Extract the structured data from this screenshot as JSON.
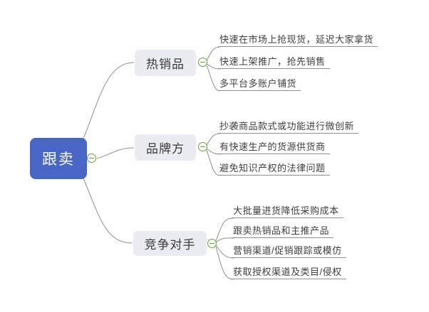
{
  "mindmap": {
    "root": {
      "label": "跟卖"
    },
    "branches": [
      {
        "label": "热销品",
        "leaves": [
          "快速在市场上抢现货，延迟大家拿货",
          "快速上架推广，抢先销售",
          "多平台多账户铺货"
        ]
      },
      {
        "label": "品牌方",
        "leaves": [
          "抄袭商品款式或功能进行微创新",
          "有快速生产的货源供货商",
          "避免知识产权的法律问题"
        ]
      },
      {
        "label": "竞争对手",
        "leaves": [
          "大批量进货降低采购成本",
          "跟卖热销品和主推产品",
          "营销渠道/促销跟踪或模仿",
          "获取授权渠道及类目/侵权"
        ]
      }
    ],
    "icons": {
      "collapse": "minus-circle"
    },
    "colors": {
      "root_bg": "#4766c5",
      "root_text": "#ffffff",
      "branch_bg": "#ebecf1",
      "branch_text": "#3b3b3b",
      "leaf_text": "#404040",
      "line": "#909090",
      "collapse_green": "#63a537"
    }
  }
}
